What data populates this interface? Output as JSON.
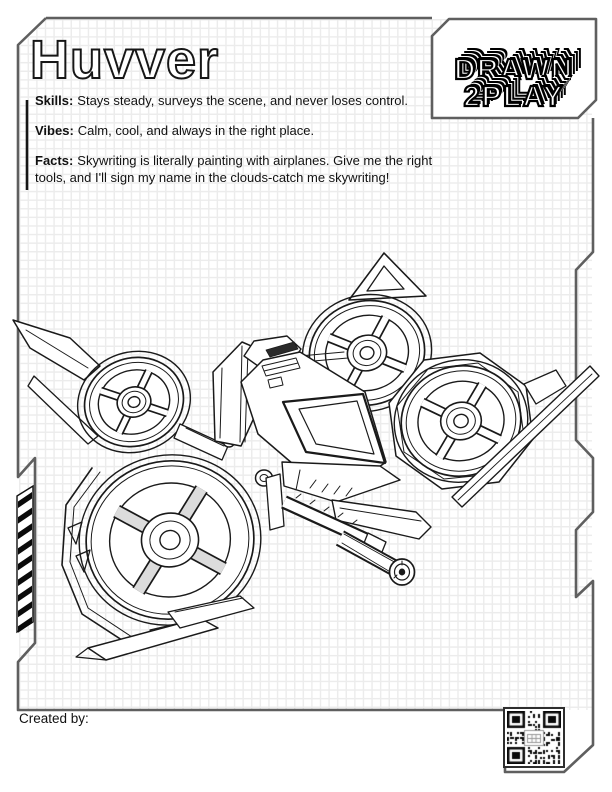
{
  "page": {
    "created_by_label": "Created by:"
  },
  "logo": {
    "line1": "DRAWN",
    "line2": "2PLAY"
  },
  "character": {
    "name": "Huvver",
    "sections": [
      {
        "label": "Skills:",
        "text": "Stays steady, surveys the scene, and never loses control."
      },
      {
        "label": "Vibes:",
        "text": "Calm, cool, and always in the right place."
      },
      {
        "label": "Facts:",
        "text": "Skywriting is literally painting with airplanes. Give me the right tools, and I'll sign my name in the clouds-catch me skywriting!"
      }
    ]
  },
  "illustration": {
    "alt": "Black and white coloring-page line drawing of a four-rotor hover drone"
  },
  "colors": {
    "frame_gray": "#5f5f5f",
    "ink_black": "#1a1a1a",
    "grid_line": "#ececec"
  }
}
